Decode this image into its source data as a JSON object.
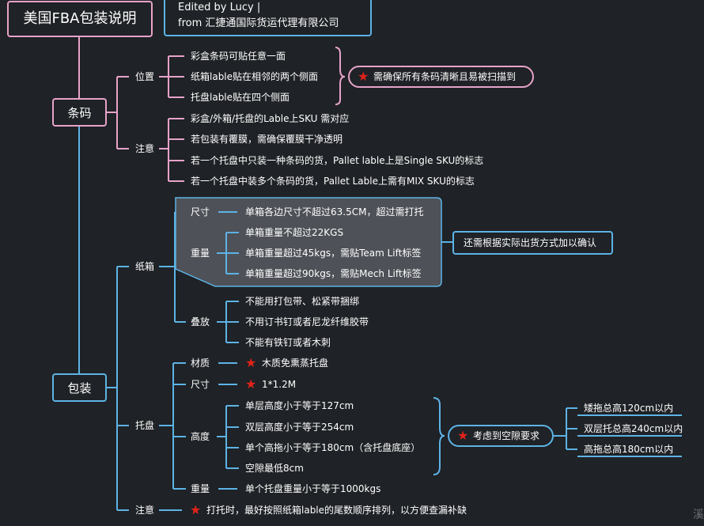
{
  "title": "美国FBA包装说明",
  "credit": {
    "line1": "Edited by Lucy |",
    "line2": "from 汇捷通国际货运代理有限公司"
  },
  "barcode": {
    "label": "条码",
    "position": {
      "label": "位置",
      "items": [
        "彩盒条码可贴任意一面",
        "纸箱lable贴在相邻的两个侧面",
        "托盘lable贴在四个侧面"
      ],
      "note": "需确保所有条码清晰且易被扫描到"
    },
    "notice": {
      "label": "注意",
      "items": [
        "彩盒/外箱/托盘的Lable上SKU 需对应",
        "若包装有覆膜，需确保覆膜干净透明",
        "若一个托盘中只装一种条码的货，Pallet lable上是Single SKU的标志",
        "若一个托盘中装多个条码的货，Pallet Lable上需有MIX SKU的标志"
      ]
    }
  },
  "packing": {
    "label": "包装",
    "carton": {
      "label": "纸箱",
      "size": {
        "label": "尺寸",
        "text": "单箱各边尺寸不超过63.5CM，超过需打托"
      },
      "weight": {
        "label": "重量",
        "items": [
          "单箱重量不超过22KGS",
          "单箱重量超过45kgs，需贴Team Lift标签",
          "单箱重量超过90kgs，需贴Mech Lift标签"
        ]
      },
      "callout": "还需根据实际出货方式加以确认",
      "stack": {
        "label": "叠放",
        "items": [
          "不能用打包带、松紧带捆绑",
          "不用订书钉或者尼龙纤维胶带",
          "不能有铁钉或者木刺"
        ]
      }
    },
    "pallet": {
      "label": "托盘",
      "material": {
        "label": "材质",
        "text": "木质免熏蒸托盘"
      },
      "size": {
        "label": "尺寸",
        "text": "1*1.2M"
      },
      "height": {
        "label": "高度",
        "items": [
          "单层高度小于等于127cm",
          "双层高度小于等于254cm",
          "单个高拖小于等于180cm（含托盘底座）",
          "空隙最低8cm"
        ],
        "note": "考虑到空隙要求",
        "results": [
          "矮拖总高120cm以内",
          "双层托总高240cm以内",
          "高拖总高180cm以内"
        ]
      },
      "weight": {
        "label": "重量",
        "text": "单个托盘重量小于等于1000kgs"
      }
    },
    "notice": {
      "label": "注意",
      "text": "打托时，最好按照纸箱lable的尾数顺序排列，以方便查漏补缺"
    }
  },
  "colors": {
    "pink": "#e7a3c9",
    "blue": "#5db3e6",
    "star": "#e0231b",
    "background": "#1f2226"
  },
  "watermark": "溪"
}
